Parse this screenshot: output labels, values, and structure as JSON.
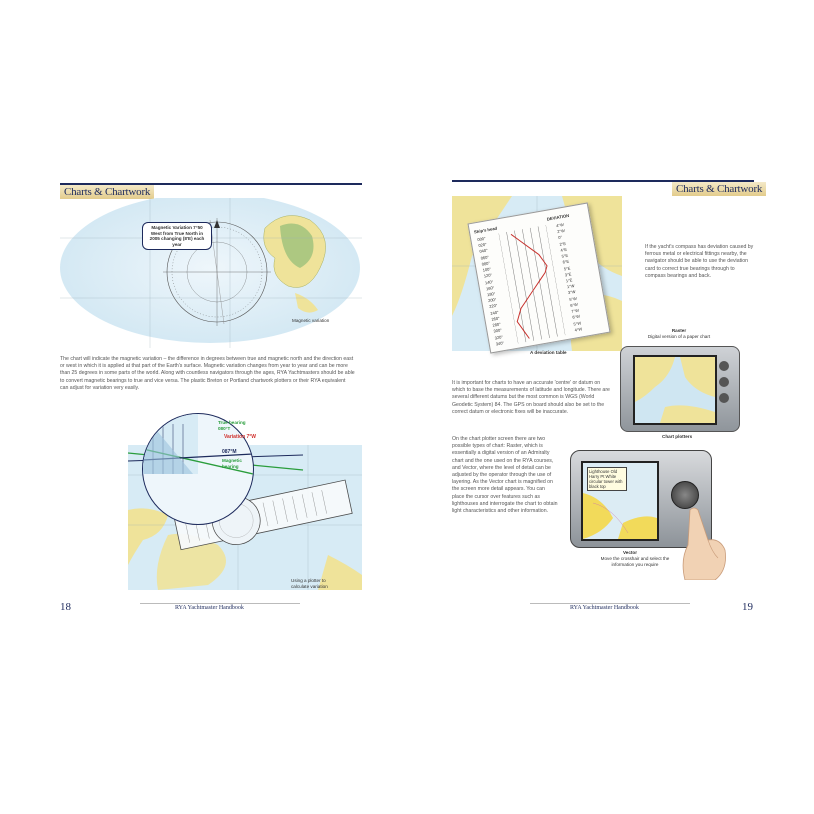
{
  "left_page": {
    "section_title": "Charts & Chartwork",
    "callout": "Magnetic Variation 7°50 West from True North in 2005 changing (8'E) each year",
    "caption_variation": "Magnetic variation",
    "body_paragraph": "The chart will indicate the magnetic variation – the difference in degrees between true and magnetic north and the direction east or west in which it is applied at that part of the Earth's surface. Magnetic variation changes from year to year and can be more than 25 degrees in some parts of the world. Along with countless navigators through the ages, RYA Yachtmasters should be able to convert magnetic bearings to true and vice versa. The plastic Breton or Portland chartwork plotters or their RYA equivalent can adjust for variation very easily.",
    "plotter_labels": {
      "true_bearing": "True bearing 080°T",
      "variation": "Variation 7°W",
      "magnetic_value": "087°M",
      "magnetic_bearing": "Magnetic bearing"
    },
    "caption_plotter": "Using a plotter to calculate variation",
    "page_number": "18",
    "footer": "RYA Yachtmaster Handbook"
  },
  "right_page": {
    "section_title": "Charts & Chartwork",
    "deviation_caption": "A deviation table",
    "deviation_intro": "If the yacht's compass has deviation caused by ferrous metal or electrical fittings nearby, the navigator should be able to use the deviation card to correct true bearings through to compass bearings and back.",
    "raster_caption_title": "Raster",
    "raster_caption_sub": "Digital version of a paper chart",
    "chart_plotters_caption": "Chart plotters",
    "datum_paragraph": "It is important for charts to have an accurate 'centre' or datum on which to base the measurements of latitude and longitude. There are several different datums but the most common is WGS (World Geodetic System) 84. The GPS on board should also be set to the correct datum or electronic fixes will be inaccurate.",
    "plotter_paragraph": "On the chart plotter screen there are two possible types of chart: Raster, which is essentially a digital version of an Admiralty chart and the one used on the RYA courses, and Vector, where the level of detail can be adjusted by the operator through the use of layering. As the Vector chart is magnified on the screen more detail appears. You can place the cursor over features such as lighthouses and interrogate the chart to obtain light characteristics and other information.",
    "lighthouse_popup": "Lighthouse Old Harry Pt White circular tower with black top",
    "vector_caption_title": "Vector",
    "vector_caption_sub": "Move the crosshair and select the information you require",
    "page_number": "19",
    "footer": "RYA Yachtmaster Handbook"
  },
  "deviation_table": {
    "header_ship": "Ship's head",
    "header_deviation": "DEVIATION",
    "rows": [
      {
        "head": "000°",
        "dev": "4°W"
      },
      {
        "head": "020°",
        "dev": "2°W"
      },
      {
        "head": "040°",
        "dev": "0°"
      },
      {
        "head": "060°",
        "dev": "2°E"
      },
      {
        "head": "080°",
        "dev": "4°E"
      },
      {
        "head": "100°",
        "dev": "5°E"
      },
      {
        "head": "120°",
        "dev": "6°E"
      },
      {
        "head": "140°",
        "dev": "5°E"
      },
      {
        "head": "160°",
        "dev": "3°E"
      },
      {
        "head": "180°",
        "dev": "1°E"
      },
      {
        "head": "200°",
        "dev": "1°W"
      },
      {
        "head": "220°",
        "dev": "3°W"
      },
      {
        "head": "240°",
        "dev": "5°W"
      },
      {
        "head": "260°",
        "dev": "6°W"
      },
      {
        "head": "280°",
        "dev": "7°W"
      },
      {
        "head": "300°",
        "dev": "6°W"
      },
      {
        "head": "320°",
        "dev": "5°W"
      },
      {
        "head": "340°",
        "dev": "4°W"
      }
    ]
  },
  "colors": {
    "navy": "#1d2a5c",
    "sea": "#cfe6f2",
    "land": "#efe39a",
    "green": "#2a9d3c",
    "red": "#d0312d",
    "curve": "#c8332f"
  }
}
